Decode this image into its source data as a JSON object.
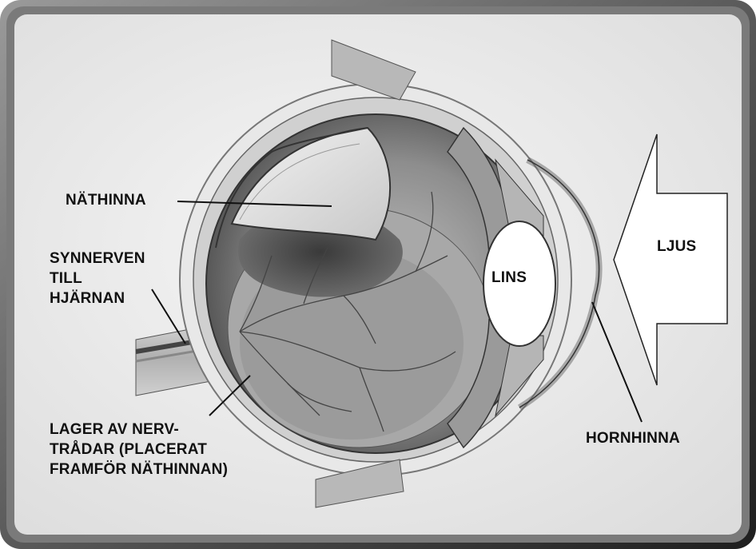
{
  "labels": {
    "nathinna": "NÄTHINNA",
    "synnerven": [
      "SYNNERVEN",
      "TILL",
      "HJÄRNAN"
    ],
    "lager": [
      "LAGER AV NERV-",
      "TRÅDAR (PLACERAT",
      "FRAMFÖR NÄTHINNAN)"
    ],
    "lins": "LINS",
    "ljus": "LJUS",
    "hornhinna": "HORNHINNA"
  },
  "colors": {
    "frame_dark": "#3a3a3a",
    "background": "#efefef",
    "ink": "#111111"
  }
}
